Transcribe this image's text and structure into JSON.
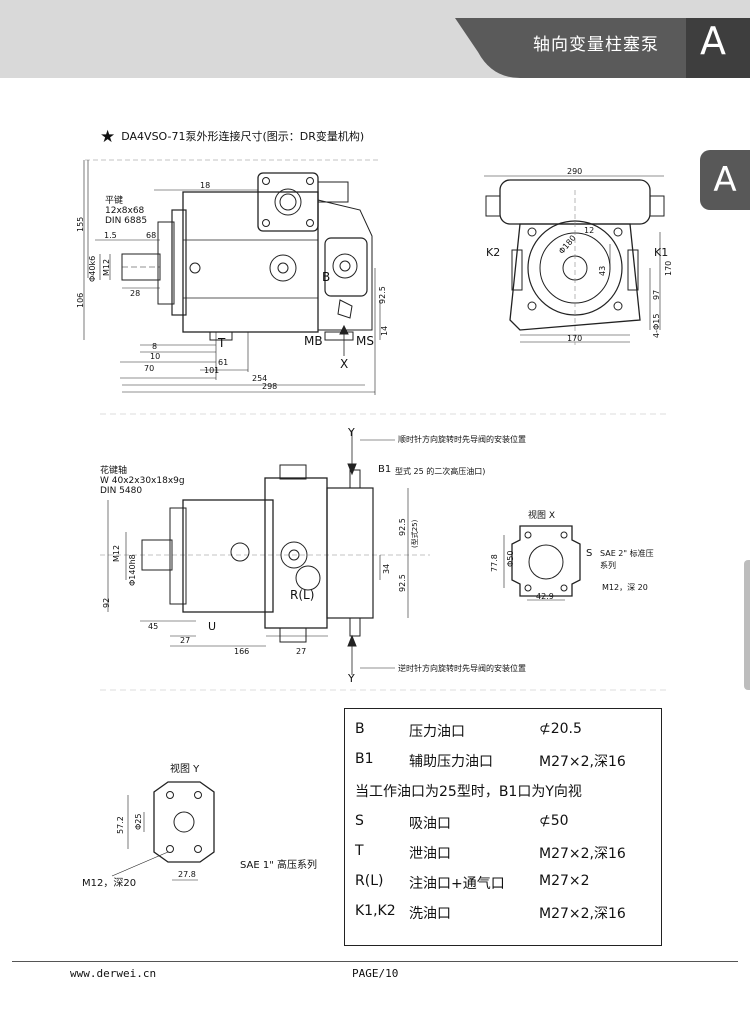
{
  "header": {
    "title": "轴向变量柱塞泵",
    "section_letter": "A",
    "side_tab_letter": "A",
    "colors": {
      "band": "#d9d9d9",
      "dark": "#5a5a5a",
      "accent": "#3e3e3e"
    }
  },
  "figure1": {
    "title": "DA4VSO-71泵外形连接尺寸(图示：DR变量机构)",
    "key_label": [
      "平键",
      "12x8x68",
      "DIN 6885"
    ],
    "dims": {
      "d18": "18",
      "d155": "155",
      "d1_5": "1.5",
      "d68": "68",
      "d40k6": "Φ40k6",
      "m12": "M12",
      "d106": "106",
      "d28": "28",
      "d8": "8",
      "d10": "10",
      "d70": "70",
      "d61": "61",
      "d101": "101",
      "d254": "254",
      "d298": "298",
      "d92_5": "92.5",
      "d14": "14"
    },
    "ports": {
      "B": "B",
      "T": "T",
      "MB": "MB",
      "MS": "MS",
      "X": "X"
    }
  },
  "figure2": {
    "dims": {
      "d290": "290",
      "d180": "Φ180",
      "d12": "12",
      "d43": "43",
      "d170v": "170",
      "d97": "97",
      "d4_15": "4-Φ15",
      "d170h": "170"
    },
    "ports": {
      "K2": "K2",
      "K1": "K1"
    }
  },
  "figure3": {
    "spline_label": [
      "花键轴",
      "W 40x2x30x18x9g",
      "DIN 5480"
    ],
    "note_top": "顺时针方向旋转时先导阀的安装位置",
    "note_b1": "型式 25 的二次高压油口)",
    "b1": "B1",
    "note_bottom": "逆时针方向旋转时先导阀的安装位置",
    "dims": {
      "m12": "M12",
      "d140h8": "Φ140h8",
      "d92": "92",
      "d45": "45",
      "d27a": "27",
      "d166": "166",
      "d27b": "27",
      "d92_5": "92.5",
      "d92_5_sub": "(型式25)",
      "d34": "34",
      "d92_5b": "92.5"
    },
    "ports": {
      "Y_top": "Y",
      "Y_bottom": "Y",
      "RL": "R(L)",
      "U": "U"
    }
  },
  "viewX": {
    "title": "视图 X",
    "dims": {
      "d77_8": "77.8",
      "d50": "Φ50",
      "d42_9": "42.9"
    },
    "s": "S",
    "note1": "SAE 2\" 标准压",
    "note2": "系列",
    "thread": "M12，深 20"
  },
  "viewY": {
    "title": "视图 Y",
    "dims": {
      "d57_2": "57.2",
      "d25": "Φ25",
      "d27_8": "27.8"
    },
    "thread": "M12，深20",
    "series": "SAE 1\" 高压系列"
  },
  "spec_table": {
    "rows": [
      {
        "port": "B",
        "name": "压力油口",
        "size": "⊄20.5"
      },
      {
        "port": "B1",
        "name": "辅助压力油口",
        "size": "M27×2,深16"
      },
      {
        "port": "",
        "name": "当工作油口为25型时，B1口为Y向视",
        "size": ""
      },
      {
        "port": "S",
        "name": "吸油口",
        "size": "⊄50"
      },
      {
        "port": "T",
        "name": "泄油口",
        "size": "M27×2,深16"
      },
      {
        "port": "R(L)",
        "name": "注油口+通气口",
        "size": "M27×2"
      },
      {
        "port": "K1,K2",
        "name": "洗油口",
        "size": "M27×2,深16"
      }
    ]
  },
  "footer": {
    "website": "www.derwei.cn",
    "page": "PAGE/10"
  }
}
